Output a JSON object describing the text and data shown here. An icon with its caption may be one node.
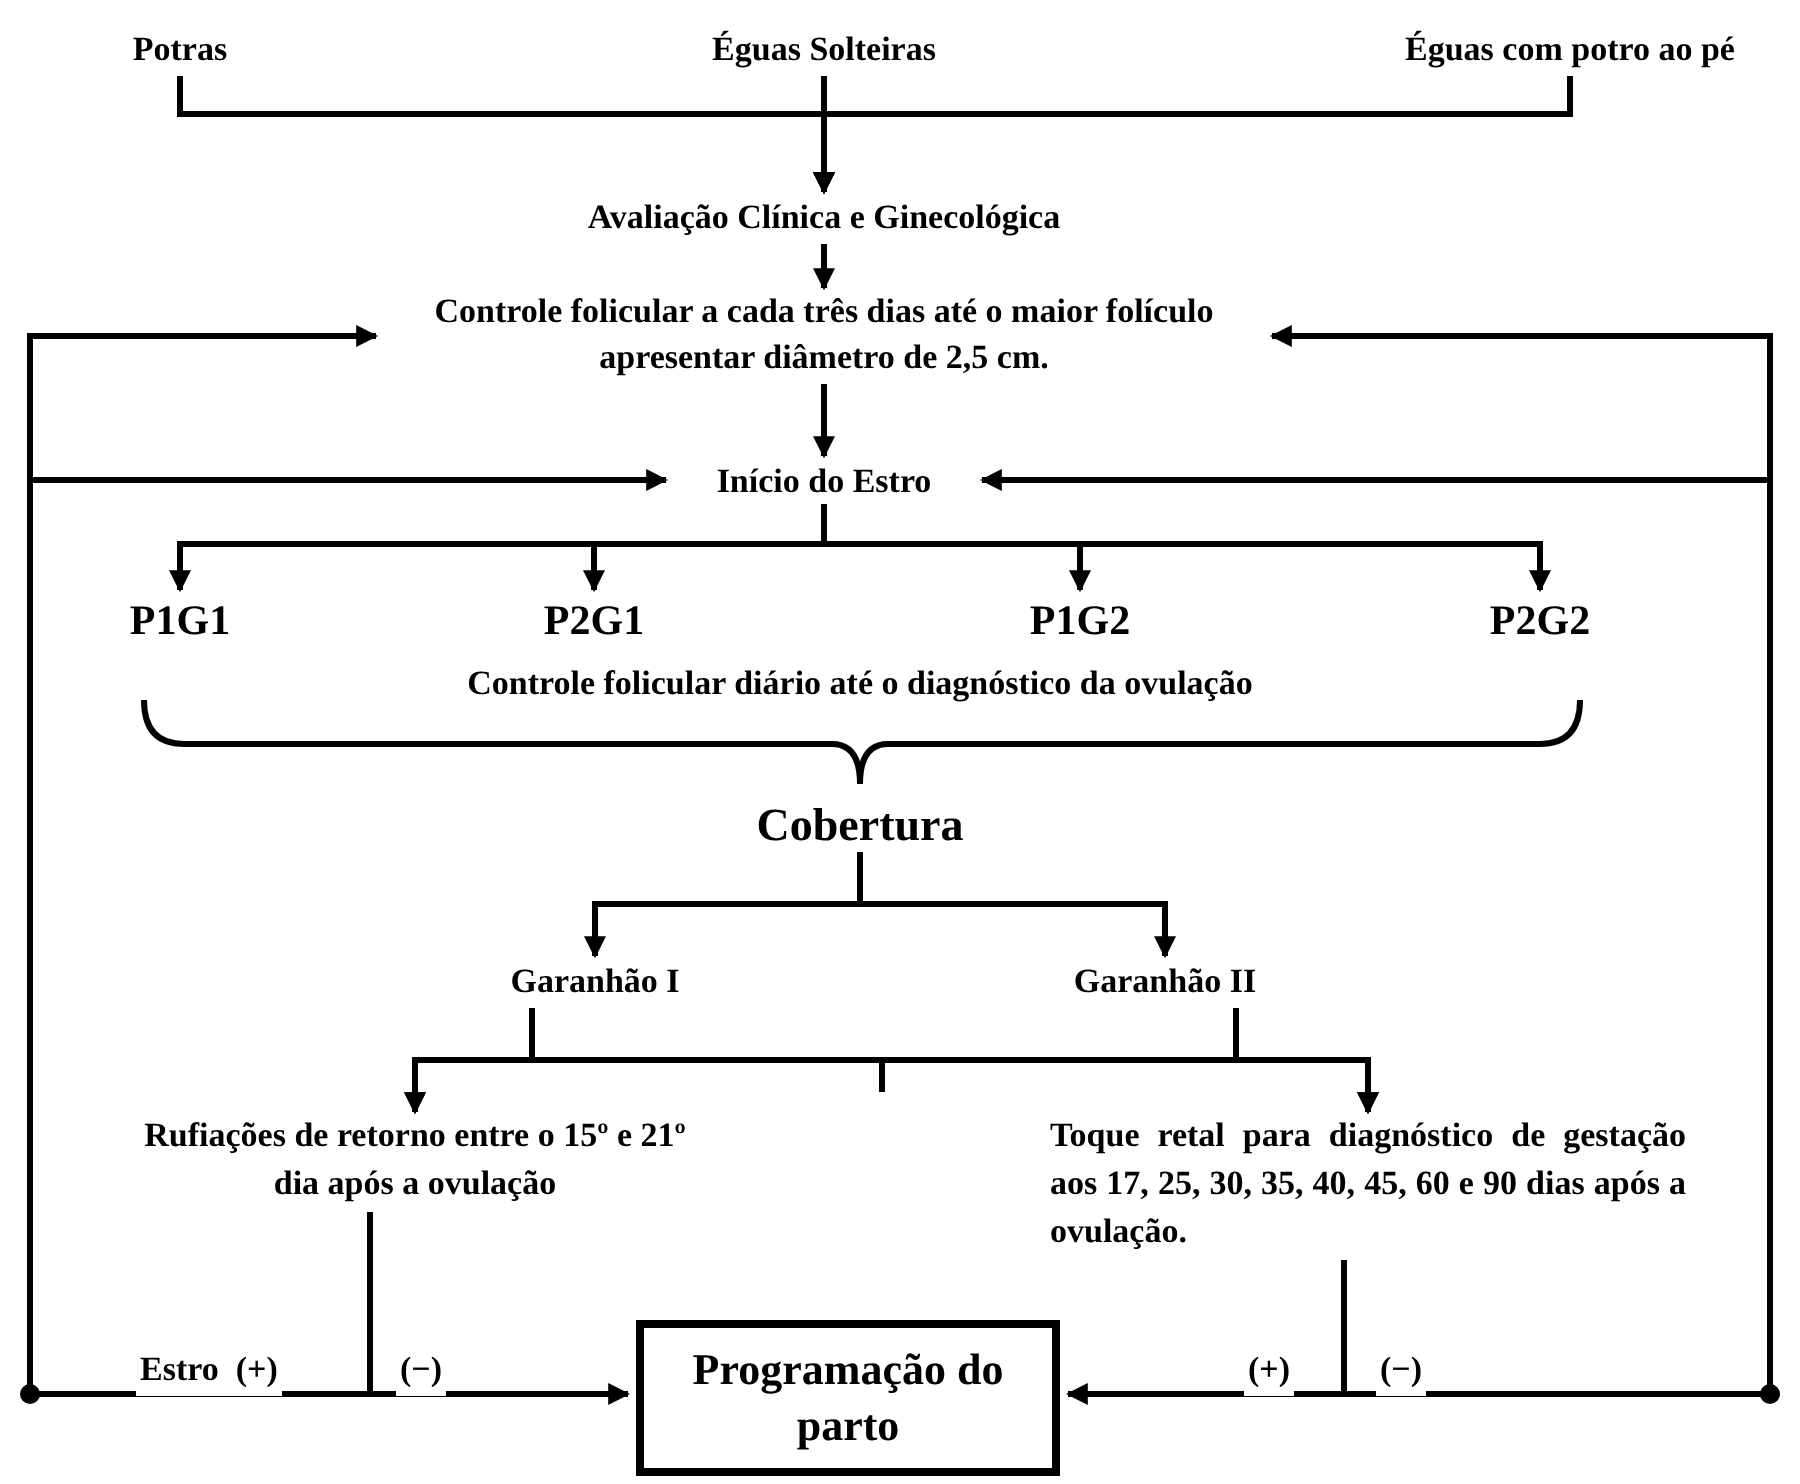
{
  "diagram": {
    "nodes": [
      {
        "text": [
          "Potras"
        ]
      },
      {
        "text": [
          "Éguas Solteiras"
        ]
      },
      {
        "text": [
          "Éguas com potro ao pé"
        ]
      },
      {
        "text": [
          "Avaliação Clínica e Ginecológica"
        ]
      },
      {
        "text": [
          "Controle folicular a cada três dias até o maior folículo apresentar diâmetro de 2,5 cm."
        ]
      },
      {
        "text": [
          "Início do Estro"
        ]
      },
      {
        "text": [
          "P1G1"
        ]
      },
      {
        "text": [
          "P2G1"
        ]
      },
      {
        "text": [
          "P1G2"
        ]
      },
      {
        "text": [
          "P2G2"
        ]
      },
      {
        "text": [
          "Cobertura"
        ]
      },
      {
        "text": [
          "Garanhão I"
        ]
      },
      {
        "text": [
          "Garanhão II"
        ]
      },
      {
        "text": [
          "Rufiações de retorno entre o 15º e 21º dia após a ovulação"
        ]
      },
      {
        "text": [
          "Toque retal para diagnóstico de gestação aos 17, 25, 30, 35, 40, 45, 60 e 90 dias após a ovulação."
        ]
      },
      {
        "text": [
          "Programação do parto"
        ]
      }
    ],
    "edges": [
      {
        "from": 0,
        "to": 3,
        "arrow": "to"
      },
      {
        "from": 1,
        "to": 3,
        "arrow": "to"
      },
      {
        "from": 2,
        "to": 3,
        "arrow": "to"
      },
      {
        "from": 3,
        "to": 4,
        "arrow": "to"
      },
      {
        "from": 4,
        "to": 5,
        "arrow": "to"
      },
      {
        "from": 5,
        "to": 6,
        "arrow": "to"
      },
      {
        "from": 5,
        "to": 7,
        "arrow": "to"
      },
      {
        "from": 5,
        "to": 8,
        "arrow": "to"
      },
      {
        "from": 5,
        "to": 9,
        "arrow": "to"
      },
      {
        "from": 10,
        "to": 11,
        "arrow": "to"
      },
      {
        "from": 10,
        "to": 12,
        "arrow": "to"
      },
      {
        "from": 11,
        "to": 13,
        "arrow": "to"
      },
      {
        "from": 11,
        "to": 14,
        "arrow": "to"
      },
      {
        "from": 12,
        "to": 13,
        "arrow": "to"
      },
      {
        "from": 12,
        "to": 14,
        "arrow": "to"
      },
      {
        "from": 13,
        "to": 4,
        "arrow": "to",
        "label": "Estro  (+)"
      },
      {
        "from": 13,
        "to": 5,
        "arrow": "to"
      },
      {
        "from": 13,
        "to": 15,
        "arrow": "to",
        "label": "(−)"
      },
      {
        "from": 14,
        "to": 4,
        "arrow": "to",
        "label": "(−)"
      },
      {
        "from": 14,
        "to": 5,
        "arrow": "to"
      },
      {
        "from": 14,
        "to": 15,
        "arrow": "to",
        "label": "(+)"
      }
    ],
    "labels": [
      "Controle folicular diário até o diagnóstico da ovulação"
    ]
  }
}
